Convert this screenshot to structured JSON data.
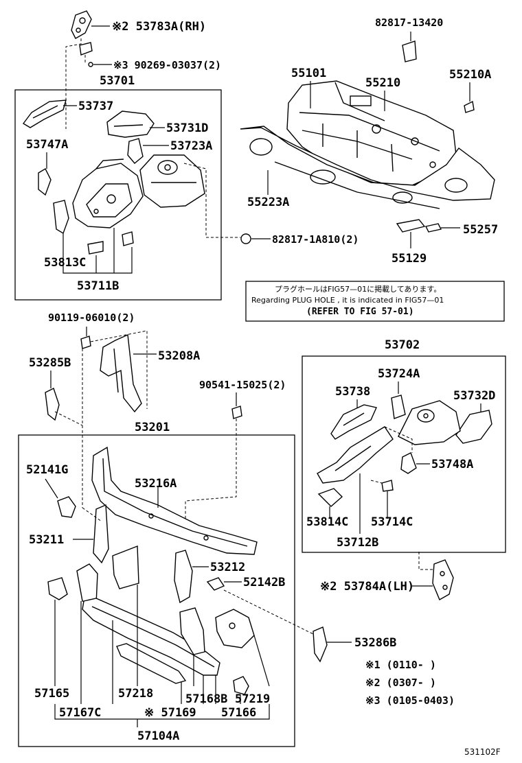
{
  "labels": {
    "p53783A": "※2 53783A(RH)",
    "p90269": "※3 90269-03037(2)",
    "p53701": "53701",
    "p53737": "53737",
    "p53731D": "53731D",
    "p53747A": "53747A",
    "p53723A": "53723A",
    "p53813C": "53813C",
    "p53711B": "53711B",
    "p82817_13420": "82817-13420",
    "p55101": "55101",
    "p55210": "55210",
    "p55210A": "55210A",
    "p55223A": "55223A",
    "p82817_1A810": "82817-1A810(2)",
    "p55257": "55257",
    "p55129": "55129",
    "p90119": "90119-06010(2)",
    "p53285B": "53285B",
    "p53208A": "53208A",
    "p90541": "90541-15025(2)",
    "p53201": "53201",
    "p52141G": "52141G",
    "p53216A": "53216A",
    "p53211": "53211",
    "p53212": "53212",
    "p52142B": "52142B",
    "p57165": "57165",
    "p57218": "57218",
    "p57168B": "57168B",
    "p57219": "57219",
    "p57167C": "57167C",
    "p57169": "※ 57169",
    "p57166": "57166",
    "p57104A": "57104A",
    "p53702": "53702",
    "p53724A": "53724A",
    "p53738": "53738",
    "p53732D": "53732D",
    "p53748A": "53748A",
    "p53814C": "53814C",
    "p53714C": "53714C",
    "p53712B": "53712B",
    "p53784A": "※2 53784A(LH)",
    "p53286B": "53286B"
  },
  "notice": {
    "line1": "プラグホールはFIG57—01に掲載してあります。",
    "line2": "Regarding PLUG HOLE , it is indicated in FIG57—01",
    "line3": "(REFER TO FIG 57-01)"
  },
  "legend": {
    "l1": "※1 (0110-      )",
    "l2": "※2 (0307-      )",
    "l3": "※3 (0105-0403)"
  },
  "figure_id": "531102F"
}
